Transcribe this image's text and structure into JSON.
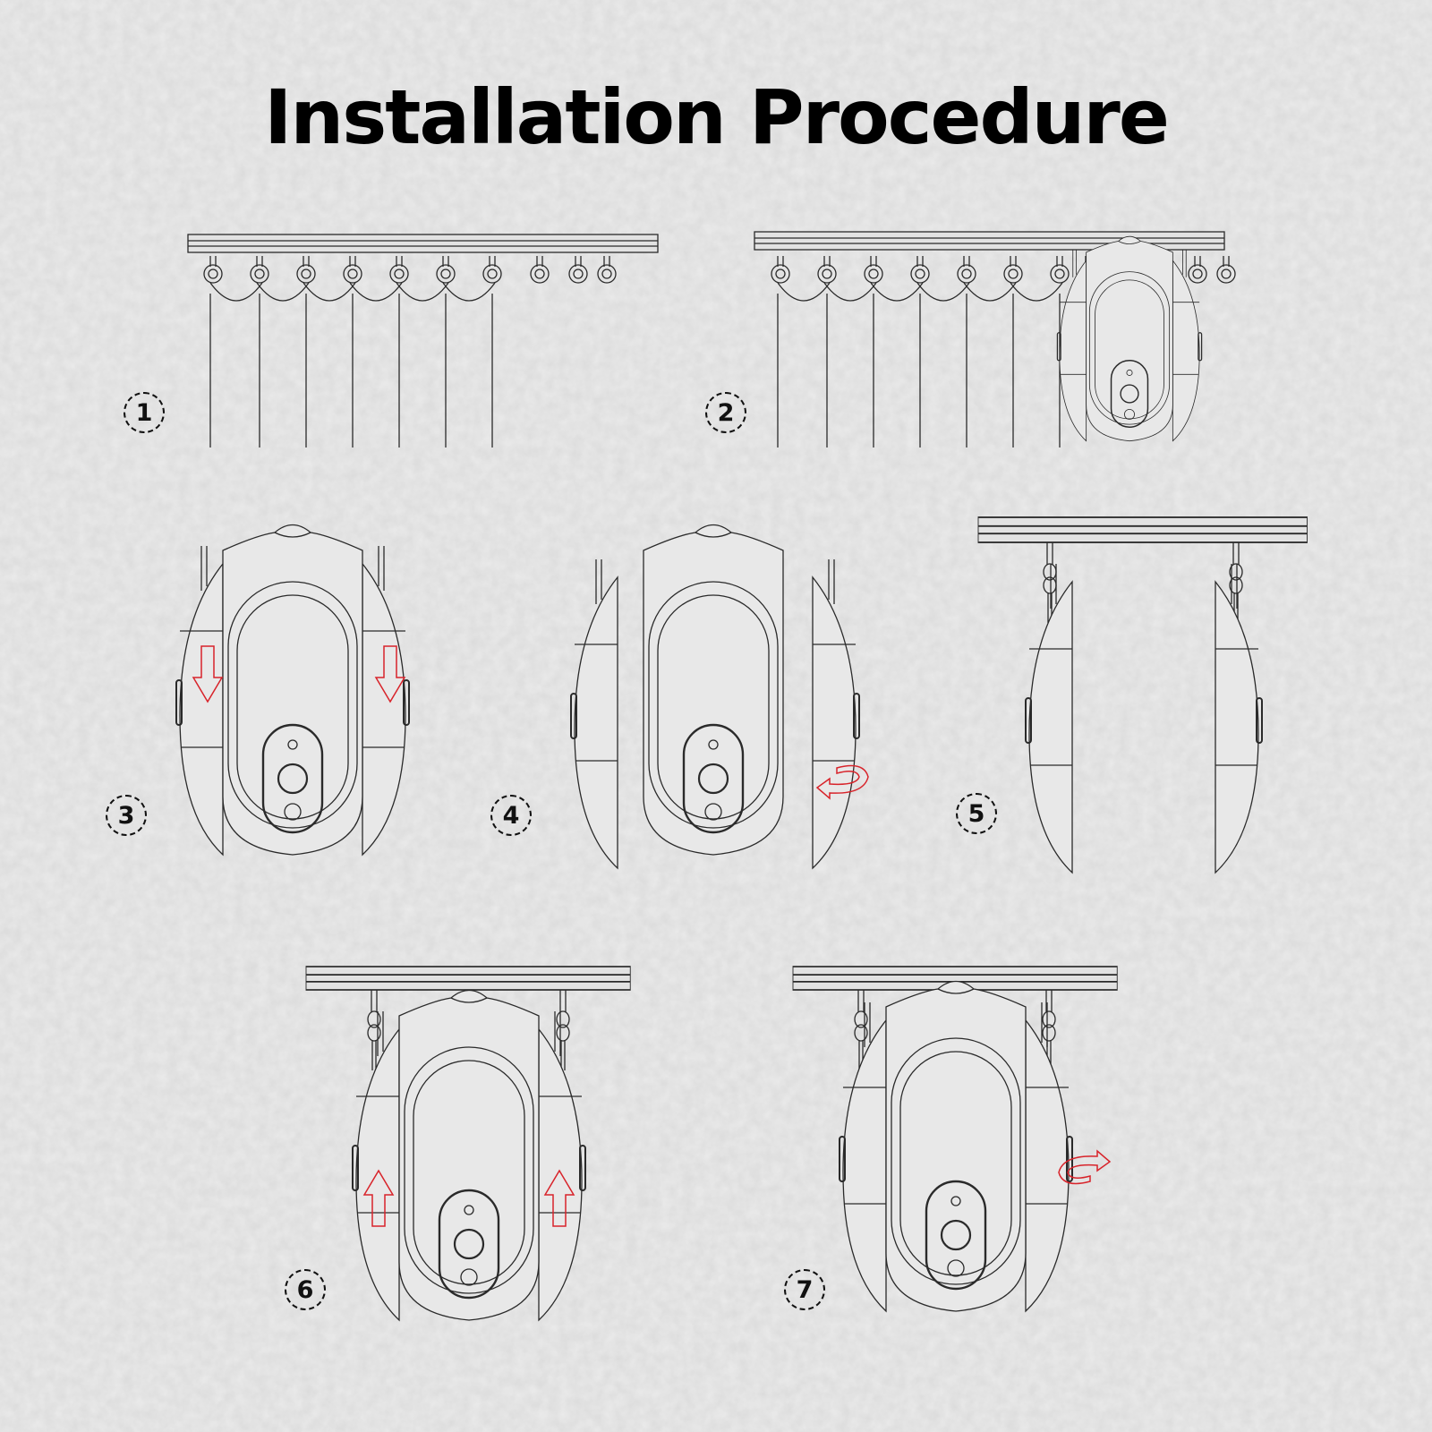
{
  "title": "Installation Procedure",
  "steps": [
    {
      "number": "1"
    },
    {
      "number": "2"
    },
    {
      "number": "3"
    },
    {
      "number": "4"
    },
    {
      "number": "5"
    },
    {
      "number": "6"
    },
    {
      "number": "7"
    }
  ],
  "colors": {
    "line": "#2a2a2a",
    "arrow": "#d8232a",
    "background": "#e9e9e9"
  }
}
